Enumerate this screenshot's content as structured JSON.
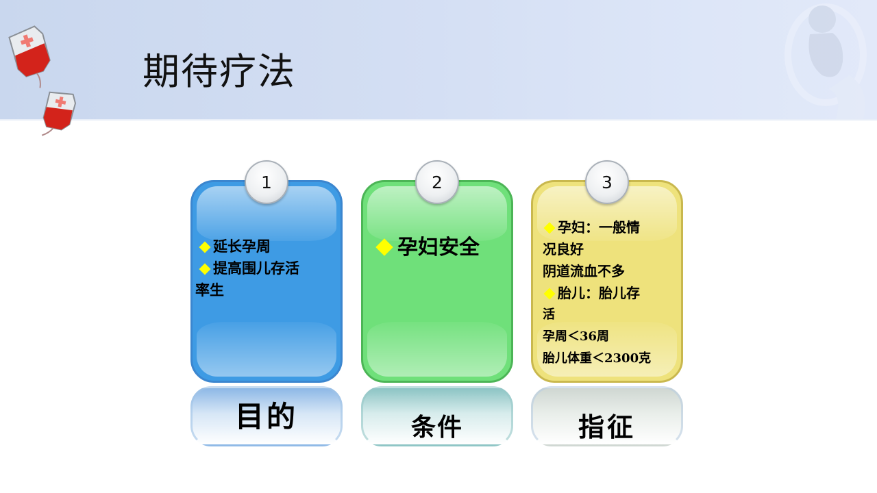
{
  "slide": {
    "title": "期待疗法",
    "colors": {
      "header_band": "#d3def3",
      "card_blue": "#3e9be4",
      "card_green": "#6fe07a",
      "card_yellow": "#eee27c",
      "bullet": "#ffff00"
    }
  },
  "cards": [
    {
      "number": "1",
      "lines": [
        {
          "bullet": true,
          "text": "延长孕周"
        },
        {
          "bullet": true,
          "text": "提高围儿存活"
        },
        {
          "bullet": false,
          "text": "率生"
        }
      ],
      "label": "目的"
    },
    {
      "number": "2",
      "lines": [
        {
          "bullet": true,
          "text": "孕妇安全"
        }
      ],
      "label": "条件"
    },
    {
      "number": "3",
      "lines": [
        {
          "bullet": true,
          "text": "孕妇：一般情"
        },
        {
          "bullet": false,
          "text": "况良好"
        },
        {
          "bullet": false,
          "text": "阴道流血不多"
        },
        {
          "bullet": true,
          "text": "胎儿：胎儿存"
        },
        {
          "bullet": false,
          "text": "活"
        },
        {
          "bullet": false,
          "text": " 孕周＜36周"
        },
        {
          "bullet": false,
          "text": "胎儿体重＜2300克"
        }
      ],
      "label": "指征"
    }
  ],
  "icons": {
    "blood_bag": "blood-bag-icon",
    "fetus": "fetus-watermark-icon",
    "bullet": "diamond-bullet-icon"
  }
}
